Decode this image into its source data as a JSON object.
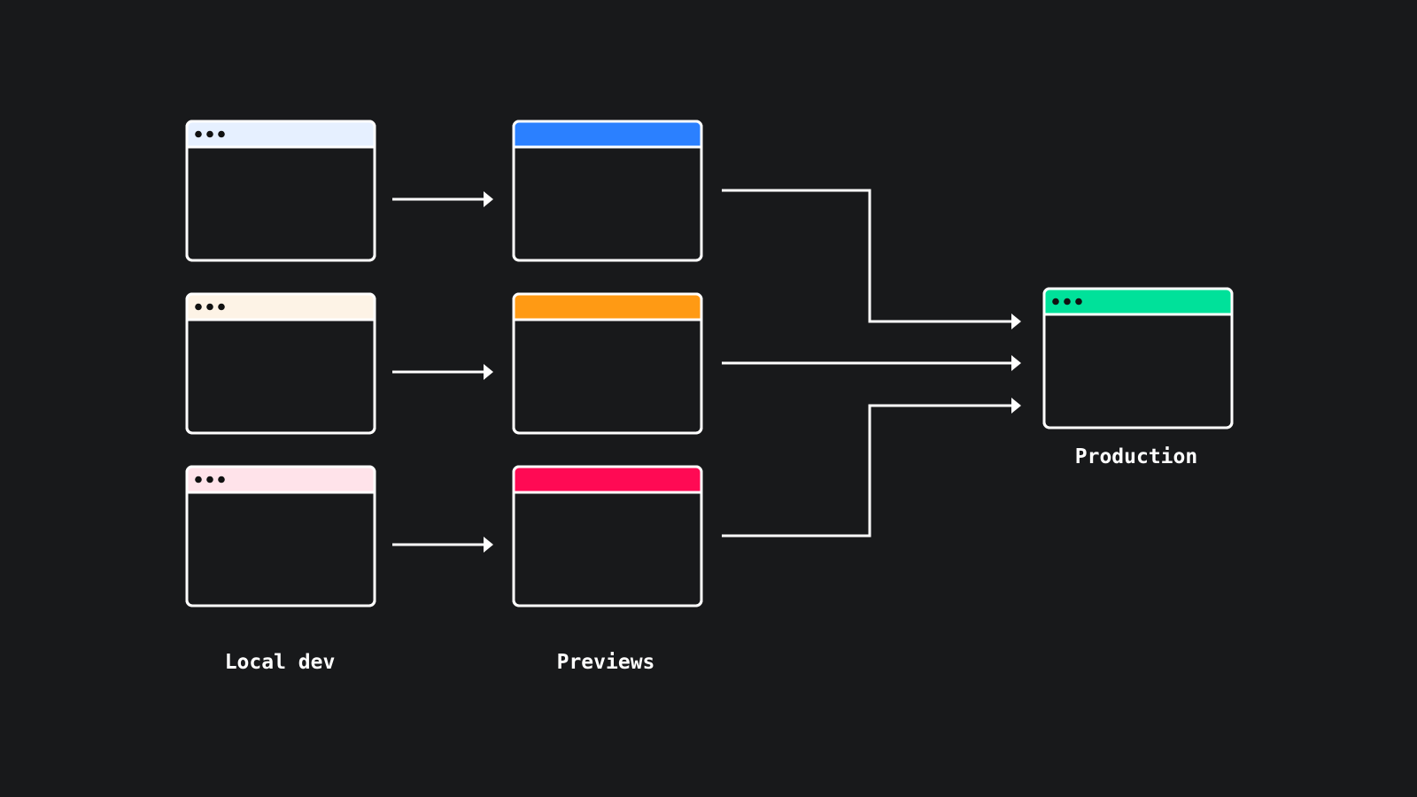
{
  "colors": {
    "background": "#18191b",
    "stroke": "#ffffff",
    "window_body": "#18191b",
    "dot": "#111111"
  },
  "columns": {
    "local_dev": {
      "label": "Local dev",
      "windows": [
        {
          "header_color": "#e6f0ff",
          "dots": true
        },
        {
          "header_color": "#fdf3e6",
          "dots": true
        },
        {
          "header_color": "#ffe3ea",
          "dots": true
        }
      ]
    },
    "previews": {
      "label": "Previews",
      "windows": [
        {
          "header_color": "#2b80ff",
          "dots": false
        },
        {
          "header_color": "#ff9a14",
          "dots": false
        },
        {
          "header_color": "#ff0a54",
          "dots": false
        }
      ]
    },
    "production": {
      "label": "Production",
      "windows": [
        {
          "header_color": "#00e19a",
          "dots": true
        }
      ]
    }
  },
  "connections": [
    {
      "from": "local_dev.0",
      "to": "previews.0"
    },
    {
      "from": "local_dev.1",
      "to": "previews.1"
    },
    {
      "from": "local_dev.2",
      "to": "previews.2"
    },
    {
      "from": "previews.0",
      "to": "production.0"
    },
    {
      "from": "previews.1",
      "to": "production.0"
    },
    {
      "from": "previews.2",
      "to": "production.0"
    }
  ]
}
